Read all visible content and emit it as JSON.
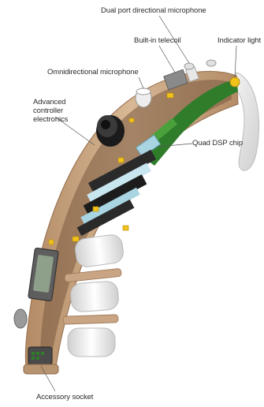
{
  "labels": {
    "dual_port": "Dual port directional microphone",
    "telecoil": "Built-in telecoil",
    "indicator": "Indicator light",
    "omni": "Omnidirectional microphone",
    "advanced": "Advanced controller electronics",
    "quad_dsp": "Quad DSP chip",
    "accessory": "Accessory socket"
  },
  "colors": {
    "shell": "#c9a584",
    "shell_dark": "#9c7656",
    "circuit_green": "#2f7d2a",
    "battery": "#eeeeee",
    "chip_blue": "#a9d4e2",
    "accent_yellow": "#f2c21b",
    "leader_line": "#555555"
  },
  "icons": [
    "hearing-aid-cutaway"
  ]
}
